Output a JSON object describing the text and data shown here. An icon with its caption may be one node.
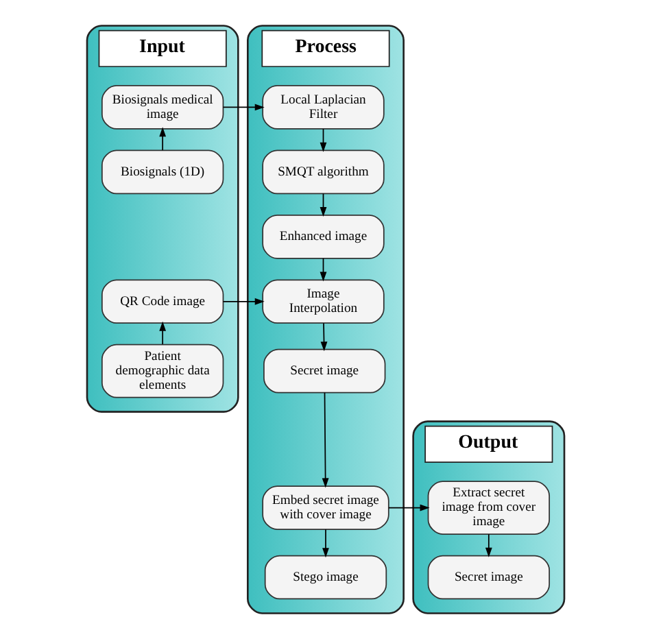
{
  "diagram": {
    "nodes": [
      {
        "text": [
          "Input"
        ]
      },
      {
        "text": [
          "Biosignals medical image"
        ],
        "in": 0
      },
      {
        "text": [
          "Biosignals (1D)"
        ],
        "in": 0
      },
      {
        "text": [
          "QR Code image"
        ],
        "in": 0
      },
      {
        "text": [
          "Patient demographic data elements"
        ],
        "in": 0
      },
      {
        "text": [
          "Process"
        ]
      },
      {
        "text": [
          "Local Laplacian Filter"
        ],
        "in": 5
      },
      {
        "text": [
          "SMQT algorithm"
        ],
        "in": 5
      },
      {
        "text": [
          "Enhanced image"
        ],
        "in": 5
      },
      {
        "text": [
          "Image Interpolation"
        ],
        "in": 5
      },
      {
        "text": [
          "Secret image"
        ],
        "in": 5
      },
      {
        "text": [
          "Embed secret image with cover image"
        ],
        "in": 5
      },
      {
        "text": [
          "Stego image"
        ],
        "in": 5
      },
      {
        "text": [
          "Output"
        ]
      },
      {
        "text": [
          "Extract secret image from cover image"
        ],
        "in": 13
      },
      {
        "text": [
          "Secret image"
        ],
        "in": 13
      }
    ],
    "edges": [
      {
        "from": 2,
        "to": 1,
        "arrow": "to"
      },
      {
        "from": 1,
        "to": 6,
        "arrow": "to"
      },
      {
        "from": 6,
        "to": 7,
        "arrow": "to"
      },
      {
        "from": 7,
        "to": 8,
        "arrow": "to"
      },
      {
        "from": 8,
        "to": 9,
        "arrow": "to"
      },
      {
        "from": 4,
        "to": 3,
        "arrow": "to"
      },
      {
        "from": 3,
        "to": 9,
        "arrow": "to"
      },
      {
        "from": 9,
        "to": 10,
        "arrow": "to"
      },
      {
        "from": 10,
        "to": 11,
        "arrow": "to"
      },
      {
        "from": 11,
        "to": 12,
        "arrow": "to"
      },
      {
        "from": 11,
        "to": 14,
        "arrow": "to"
      },
      {
        "from": 14,
        "to": 15,
        "arrow": "to"
      }
    ]
  }
}
